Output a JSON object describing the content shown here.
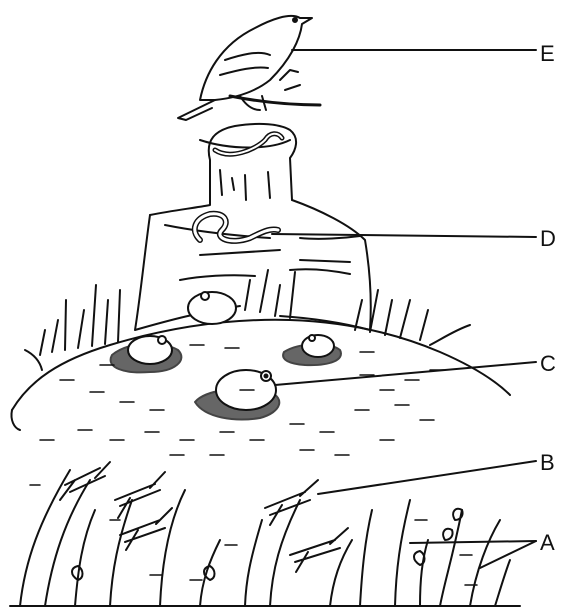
{
  "diagram": {
    "labels": {
      "e": "E",
      "d": "D",
      "c": "C",
      "b": "B",
      "a": "A"
    }
  },
  "colors": {
    "ink": "#111111",
    "pond": "#666666",
    "background": "#ffffff"
  },
  "icons": [
    "bird-icon",
    "worm-icon",
    "snake-icon",
    "frog-icon",
    "grasshopper-icon",
    "plant-icon",
    "tree-stump-icon"
  ]
}
